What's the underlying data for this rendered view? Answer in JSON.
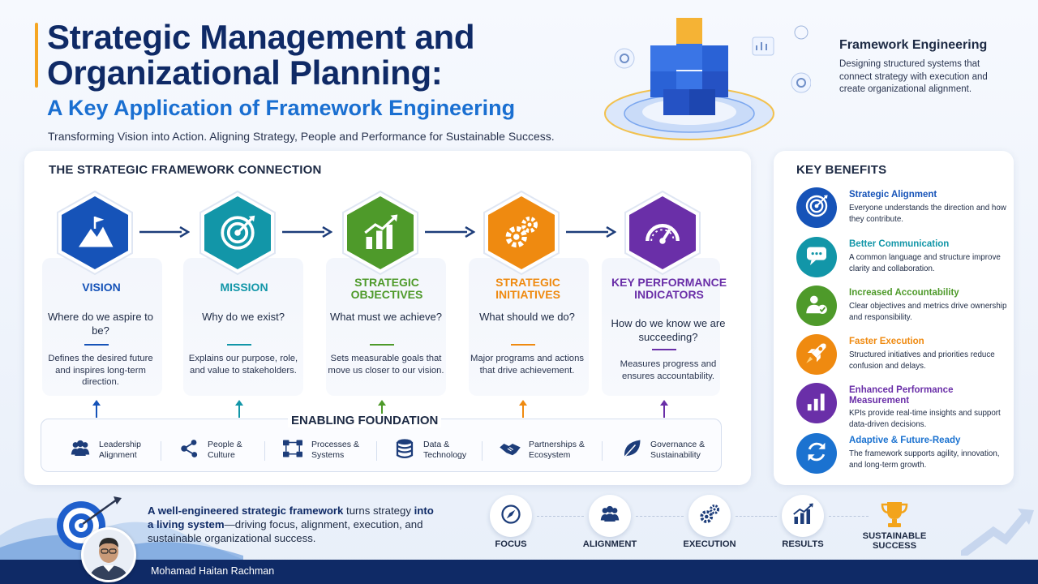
{
  "header": {
    "title": "Strategic Management and Organizational Planning:",
    "subtitle": "A Key Application of Framework Engineering",
    "tagline": "Transforming Vision into Action. Aligning Strategy, People and Performance for Sustainable Success."
  },
  "framework_engineering": {
    "title": "Framework Engineering",
    "description": "Designing structured systems that connect strategy with execution and create organizational alignment."
  },
  "connection": {
    "heading": "THE STRATEGIC FRAMEWORK CONNECTION",
    "items": [
      {
        "icon": "mountain-flag-icon",
        "color": "#1653b8",
        "title": "VISION",
        "question": "Where do we aspire to be?",
        "description": "Defines the desired future and inspires long-term direction."
      },
      {
        "icon": "target-icon",
        "color": "#1296a8",
        "title": "MISSION",
        "question": "Why do we exist?",
        "description": "Explains our purpose, role, and value to stakeholders."
      },
      {
        "icon": "growth-chart-icon",
        "color": "#4e9a2a",
        "title": "STRATEGIC OBJECTIVES",
        "question": "What must we achieve?",
        "description": "Sets measurable goals that move us closer to our vision."
      },
      {
        "icon": "gears-icon",
        "color": "#ef8a10",
        "title": "STRATEGIC INITIATIVES",
        "question": "What should we do?",
        "description": "Major programs and actions that drive achievement."
      },
      {
        "icon": "gauge-icon",
        "color": "#6a2fa8",
        "title": "KEY PERFORMANCE INDICATORS",
        "question": "How do we know we are succeeding?",
        "description": "Measures progress and ensures accountability."
      }
    ]
  },
  "foundation": {
    "title": "ENABLING FOUNDATION",
    "items": [
      {
        "icon": "people-group-icon",
        "label": "Leadership Alignment"
      },
      {
        "icon": "network-nodes-icon",
        "label": "People & Culture"
      },
      {
        "icon": "process-flow-icon",
        "label": "Processes & Systems"
      },
      {
        "icon": "database-icon",
        "label": "Data & Technology"
      },
      {
        "icon": "handshake-icon",
        "label": "Partnerships & Ecosystem"
      },
      {
        "icon": "leaf-icon",
        "label": "Governance & Sustainability"
      }
    ]
  },
  "benefits": {
    "heading": "KEY BENEFITS",
    "items": [
      {
        "icon": "target-icon",
        "color": "#1653b8",
        "title": "Strategic Alignment",
        "description": "Everyone understands the direction and how they contribute."
      },
      {
        "icon": "chat-bubble-icon",
        "color": "#1296a8",
        "title": "Better Communication",
        "description": "A common language and structure improve clarity and collaboration."
      },
      {
        "icon": "person-check-icon",
        "color": "#4e9a2a",
        "title": "Increased Accountability",
        "description": "Clear objectives and metrics drive ownership and responsibility."
      },
      {
        "icon": "rocket-icon",
        "color": "#ef8a10",
        "title": "Faster Execution",
        "description": "Structured initiatives and priorities reduce confusion and delays."
      },
      {
        "icon": "bar-chart-icon",
        "color": "#6a2fa8",
        "title": "Enhanced Performance Measurement",
        "description": "KPIs provide real-time insights and support data-driven decisions."
      },
      {
        "icon": "refresh-icon",
        "color": "#1b72d0",
        "title": "Adaptive & Future-Ready",
        "description": "The framework supports agility, innovation, and long-term growth."
      }
    ]
  },
  "bottom": {
    "statement_lead": "A well-engineered strategic framework",
    "statement_mid": " turns strategy ",
    "statement_bold": "into a living system",
    "statement_tail": "—driving focus, alignment, execution, and sustainable organizational success.",
    "steps": [
      {
        "icon": "compass-icon",
        "label": "FOCUS"
      },
      {
        "icon": "people-group-icon",
        "label": "ALIGNMENT"
      },
      {
        "icon": "gears-icon",
        "label": "EXECUTION"
      },
      {
        "icon": "growth-chart-icon",
        "label": "RESULTS"
      },
      {
        "icon": "trophy-icon",
        "label": "SUSTAINABLE SUCCESS"
      }
    ]
  },
  "footer": {
    "author": "Mohamad Haitan Rachman"
  }
}
